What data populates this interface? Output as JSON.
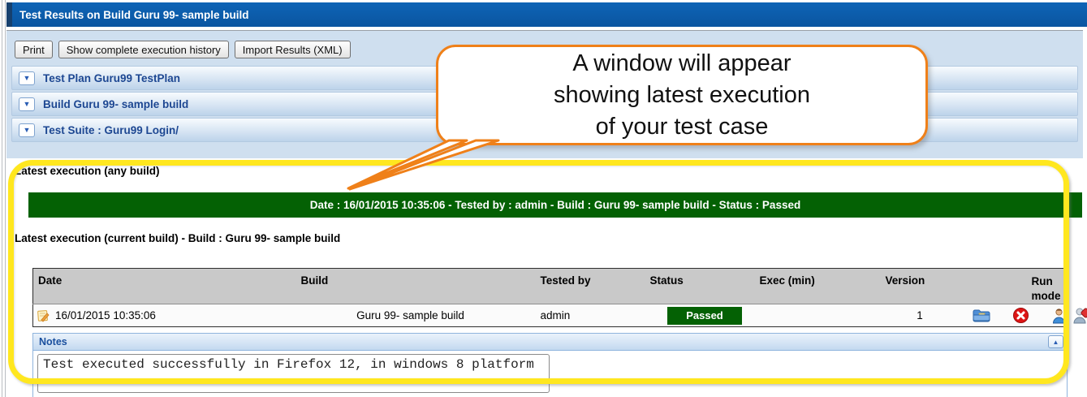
{
  "window": {
    "title": "Test Results on Build Guru 99- sample build"
  },
  "toolbar": {
    "buttons": [
      "Print",
      "Show complete execution history",
      "Import Results (XML)"
    ]
  },
  "accordions": [
    {
      "label": "Test Plan Guru99 TestPlan"
    },
    {
      "label": "Build Guru 99- sample build"
    },
    {
      "label": "Test Suite : Guru99 Login/"
    }
  ],
  "callout": {
    "lines": [
      "A window will appear",
      "showing latest execution",
      "of your test case"
    ]
  },
  "latest_any": {
    "label": "Latest execution (any build)",
    "banner": "Date : 16/01/2015 10:35:06 - Tested by : admin - Build : Guru 99- sample build - Status : Passed"
  },
  "latest_current": {
    "label": "Latest execution (current build) - Build : Guru 99- sample build"
  },
  "table": {
    "headers": [
      "Date",
      "Build",
      "Tested by",
      "Status",
      "Exec (min)",
      "Version",
      "Run mode"
    ],
    "row": {
      "date": "16/01/2015 10:35:06",
      "build": "Guru 99- sample build",
      "tested_by": "admin",
      "status": "Passed",
      "exec_min": "",
      "version": "1"
    }
  },
  "notes": {
    "title": "Notes",
    "text": "Test executed successfully in Firefox 12, in windows 8 platform"
  },
  "icons": {
    "collapse_down": "▼",
    "collapse_up": "▲"
  },
  "colors": {
    "title_bar_blue": "#0b5caa",
    "panel_bg": "#cfdfef",
    "accordion_text": "#1d4792",
    "banner_green": "#046104",
    "status_passed_green": "#046104",
    "header_gray": "#c9c9c9",
    "highlight_yellow": "#ffe71f",
    "callout_orange": "#ef8019"
  }
}
